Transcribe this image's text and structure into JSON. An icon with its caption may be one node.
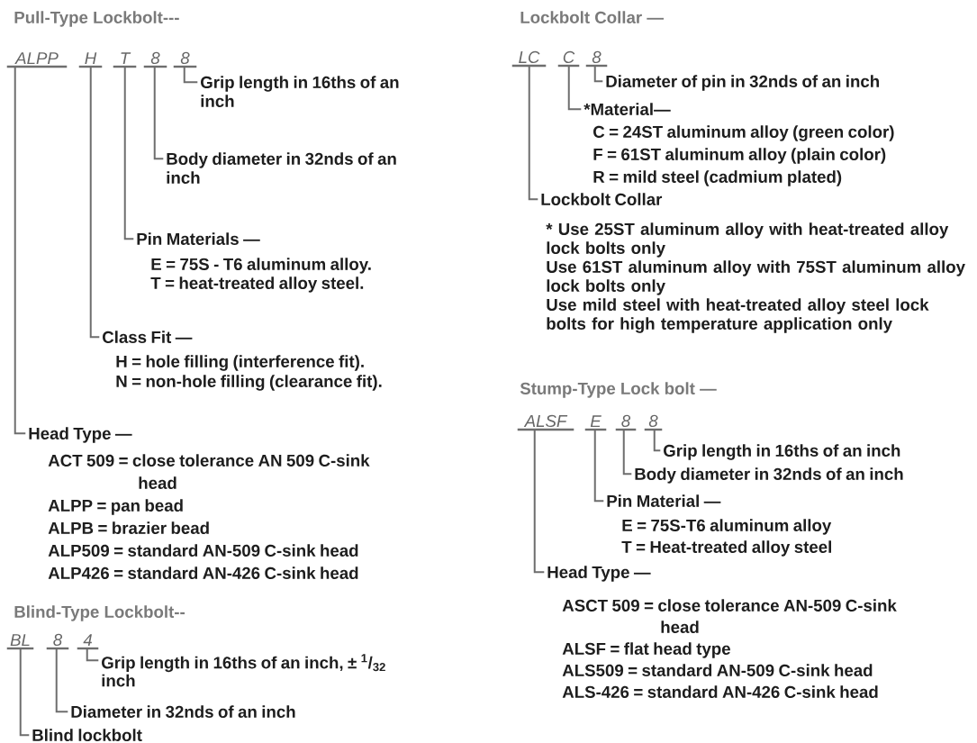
{
  "diagram": {
    "nodes": [
      {
        "text": [
          "ALPP"
        ]
      },
      {
        "text": [
          "H"
        ]
      },
      {
        "text": [
          "T"
        ]
      },
      {
        "text": [
          "8"
        ]
      },
      {
        "text": [
          "8"
        ]
      },
      {
        "text": [
          "Grip length in 16ths of an inch"
        ]
      },
      {
        "text": [
          "Body diameter in 32nds of an inch"
        ]
      },
      {
        "text": [
          "Pin Materials —",
          "E = 75S - T6 aluminum alloy.",
          "T = heat-treated alloy steel."
        ]
      },
      {
        "text": [
          "Class Fit —",
          "H = hole filling (interference fit).",
          "N = non-hole filling (clearance fit)."
        ]
      },
      {
        "text": [
          "Head Type —",
          "ACT 509 = close tolerance AN 509 C-sink head",
          "ALPP = pan bead",
          "ALPB = brazier bead",
          "ALP509 = standard AN-509 C-sink head",
          "ALP426 = standard AN-426 C-sink head"
        ]
      },
      {
        "text": [
          "BL"
        ]
      },
      {
        "text": [
          "8"
        ]
      },
      {
        "text": [
          "4"
        ]
      },
      {
        "text": [
          "Grip length in 16ths of an inch, ± $^{1}$/$_{32}$ inch"
        ]
      },
      {
        "text": [
          "Diameter in 32nds of an inch"
        ]
      },
      {
        "text": [
          "Blind lockbolt"
        ]
      },
      {
        "text": [
          "LC"
        ]
      },
      {
        "text": [
          "C"
        ]
      },
      {
        "text": [
          "8"
        ]
      },
      {
        "text": [
          "Diameter of pin in 32nds of an inch"
        ]
      },
      {
        "text": [
          "*Material—",
          "C = 24ST aluminum alloy (green color)",
          "F = 61ST aluminum alloy (plain color)",
          "R = mild steel (cadmium plated)"
        ]
      },
      {
        "text": [
          "Lockbolt Collar"
        ]
      },
      {
        "text": [
          "ALSF"
        ]
      },
      {
        "text": [
          "E"
        ]
      },
      {
        "text": [
          "8"
        ]
      },
      {
        "text": [
          "8"
        ]
      },
      {
        "text": [
          "Grip length in 16ths of an inch"
        ]
      },
      {
        "text": [
          "Body diameter in 32nds of an inch"
        ]
      },
      {
        "text": [
          "Pin Material —",
          "E = 75S-T6 aluminum alloy",
          "T = Heat-treated alloy steel"
        ]
      },
      {
        "text": [
          "Head Type —",
          "ASCT 509 = close tolerance AN-509 C-sink head",
          "ALSF = flat head type",
          "ALS509 = standard AN-509 C-sink head",
          "ALS-426 = standard AN-426 C-sink head"
        ]
      }
    ],
    "edges": [
      {
        "from": 0,
        "to": 9,
        "arrow": "none"
      },
      {
        "from": 1,
        "to": 8,
        "arrow": "none"
      },
      {
        "from": 2,
        "to": 7,
        "arrow": "none"
      },
      {
        "from": 3,
        "to": 6,
        "arrow": "none"
      },
      {
        "from": 4,
        "to": 5,
        "arrow": "none"
      },
      {
        "from": 10,
        "to": 15,
        "arrow": "none"
      },
      {
        "from": 11,
        "to": 14,
        "arrow": "none"
      },
      {
        "from": 12,
        "to": 13,
        "arrow": "none"
      },
      {
        "from": 16,
        "to": 21,
        "arrow": "none"
      },
      {
        "from": 17,
        "to": 20,
        "arrow": "none"
      },
      {
        "from": 18,
        "to": 19,
        "arrow": "none"
      },
      {
        "from": 22,
        "to": 29,
        "arrow": "none"
      },
      {
        "from": 23,
        "to": 28,
        "arrow": "none"
      },
      {
        "from": 24,
        "to": 27,
        "arrow": "none"
      },
      {
        "from": 25,
        "to": 26,
        "arrow": "none"
      }
    ],
    "labels": [
      "Pull-Type Lockbolt---",
      "Blind-Type Lockbolt--",
      "Lockbolt Collar —",
      "* Use 25ST aluminum alloy with heat-treated alloy lock bolts only",
      "Use 61ST aluminum alloy with 75ST aluminum alloy lock bolts only",
      "Use mild steel with heat-treated alloy steel lock bolts for high temperature application only",
      "Stump-Type Lock bolt —"
    ]
  }
}
